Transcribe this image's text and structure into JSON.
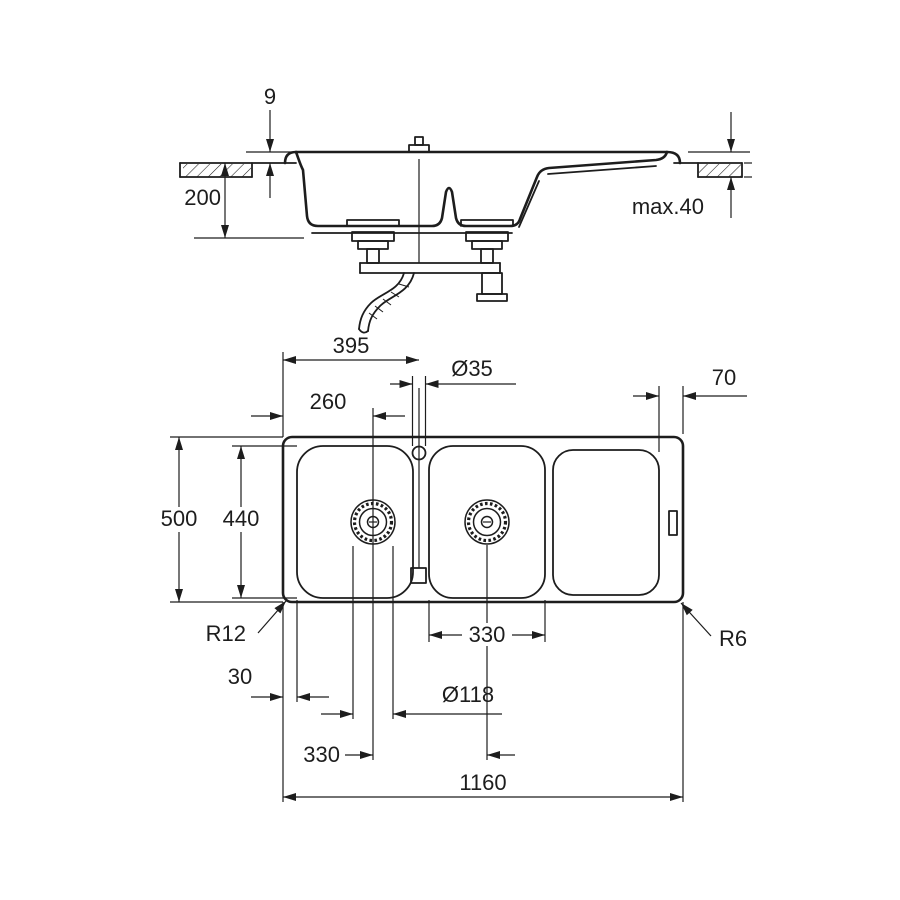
{
  "drawing": {
    "background": "#ffffff",
    "line_color": "#1d1d1d",
    "side_view": {
      "rim_height": "9",
      "basin_depth": "200",
      "max_counter_thickness": "max.40"
    },
    "plan_view": {
      "tap_center_from_left": "395",
      "tap_hole_diameter": "Ø35",
      "right_edge_offset": "70",
      "left_bowl_center_from_left": "260",
      "overall_width": "500",
      "inner_width": "440",
      "left_corner_radius": "R12",
      "right_bowl_width": "330",
      "right_corner_radius": "R6",
      "left_edge_offset": "30",
      "drain_diameter": "Ø118",
      "bowl_center_spacing": "330",
      "overall_length": "1160"
    }
  }
}
